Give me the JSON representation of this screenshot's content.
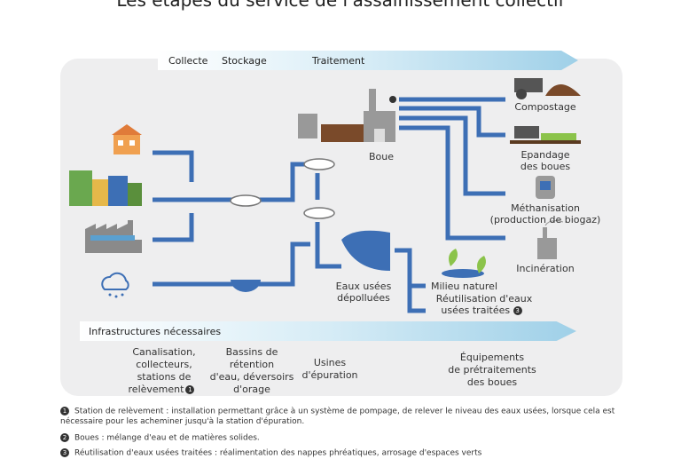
{
  "title": "Les étapes du service de l'assainissement collectif",
  "stages": {
    "collecte": "Collecte",
    "stockage": "Stockage",
    "traitement": "Traitement"
  },
  "labels": {
    "boue": "Boue",
    "eaux_usees_1": "Eaux usées",
    "eaux_usees_2": "dépolluées",
    "compostage": "Compostage",
    "epandage_1": "Epandage",
    "epandage_2": "des boues",
    "methanisation_1": "Méthanisation",
    "methanisation_2": "(production de biogaz)",
    "incineration": "Incinération",
    "milieu": "Milieu naturel",
    "reutil_1": "Réutilisation d'eaux",
    "reutil_2": "usées traitées"
  },
  "infrastructures": {
    "heading": "Infrastructures nécessaires",
    "items": [
      {
        "lines": [
          "Canalisation,",
          "collecteurs,",
          "stations de",
          "relèvement"
        ]
      },
      {
        "lines": [
          "Bassins de",
          "rétention",
          "d'eau, déversoirs",
          "d'orage"
        ]
      },
      {
        "lines": [
          "Usines",
          "d'épuration"
        ]
      },
      {
        "lines": [
          "Équipements",
          "de prétraitements",
          "des boues"
        ]
      }
    ]
  },
  "notes": [
    {
      "num": "1",
      "text": "Station de relèvement : installation permettant grâce à un système de pompage, de relever le niveau des eaux usées, lorsque cela est nécessaire pour les acheminer jusqu'à la station d'épuration."
    },
    {
      "num": "2",
      "text": "Boues : mélange d'eau et de matières solides."
    },
    {
      "num": "3",
      "text": "Réutilisation d'eaux usées traitées : réalimentation des nappes phréatiques, arrosage d'espaces verts"
    }
  ],
  "colors": {
    "pipe": "#3d6fb5",
    "accent": "#9fd0e8"
  }
}
